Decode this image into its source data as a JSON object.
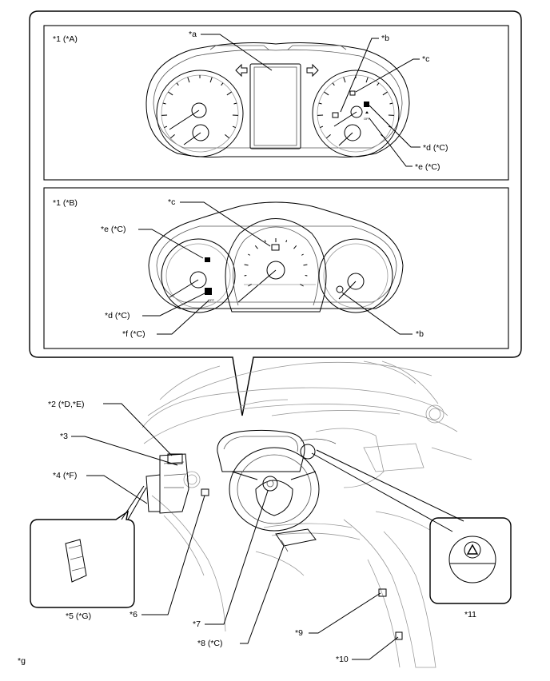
{
  "labels": {
    "panel_a_title": "*1 (*A)",
    "panel_b_title": "*1 (*B)",
    "a": "*a",
    "b_top": "*b",
    "c_top": "*c",
    "d_top": "*d (*C)",
    "e_top": "*e (*C)",
    "c_bot": "*c",
    "e_bot": "*e (*C)",
    "d_bot": "*d (*C)",
    "f_bot": "*f (*C)",
    "b_bot": "*b",
    "item2": "*2 (*D,*E)",
    "item3": "*3",
    "item4": "*4 (*F)",
    "item5": "*5 (*G)",
    "item6": "*6",
    "item7": "*7",
    "item8": "*8 (*C)",
    "item9": "*9",
    "item10": "*10",
    "item11": "*11",
    "g": "*g"
  },
  "icons": {
    "off_text": "OFF"
  }
}
